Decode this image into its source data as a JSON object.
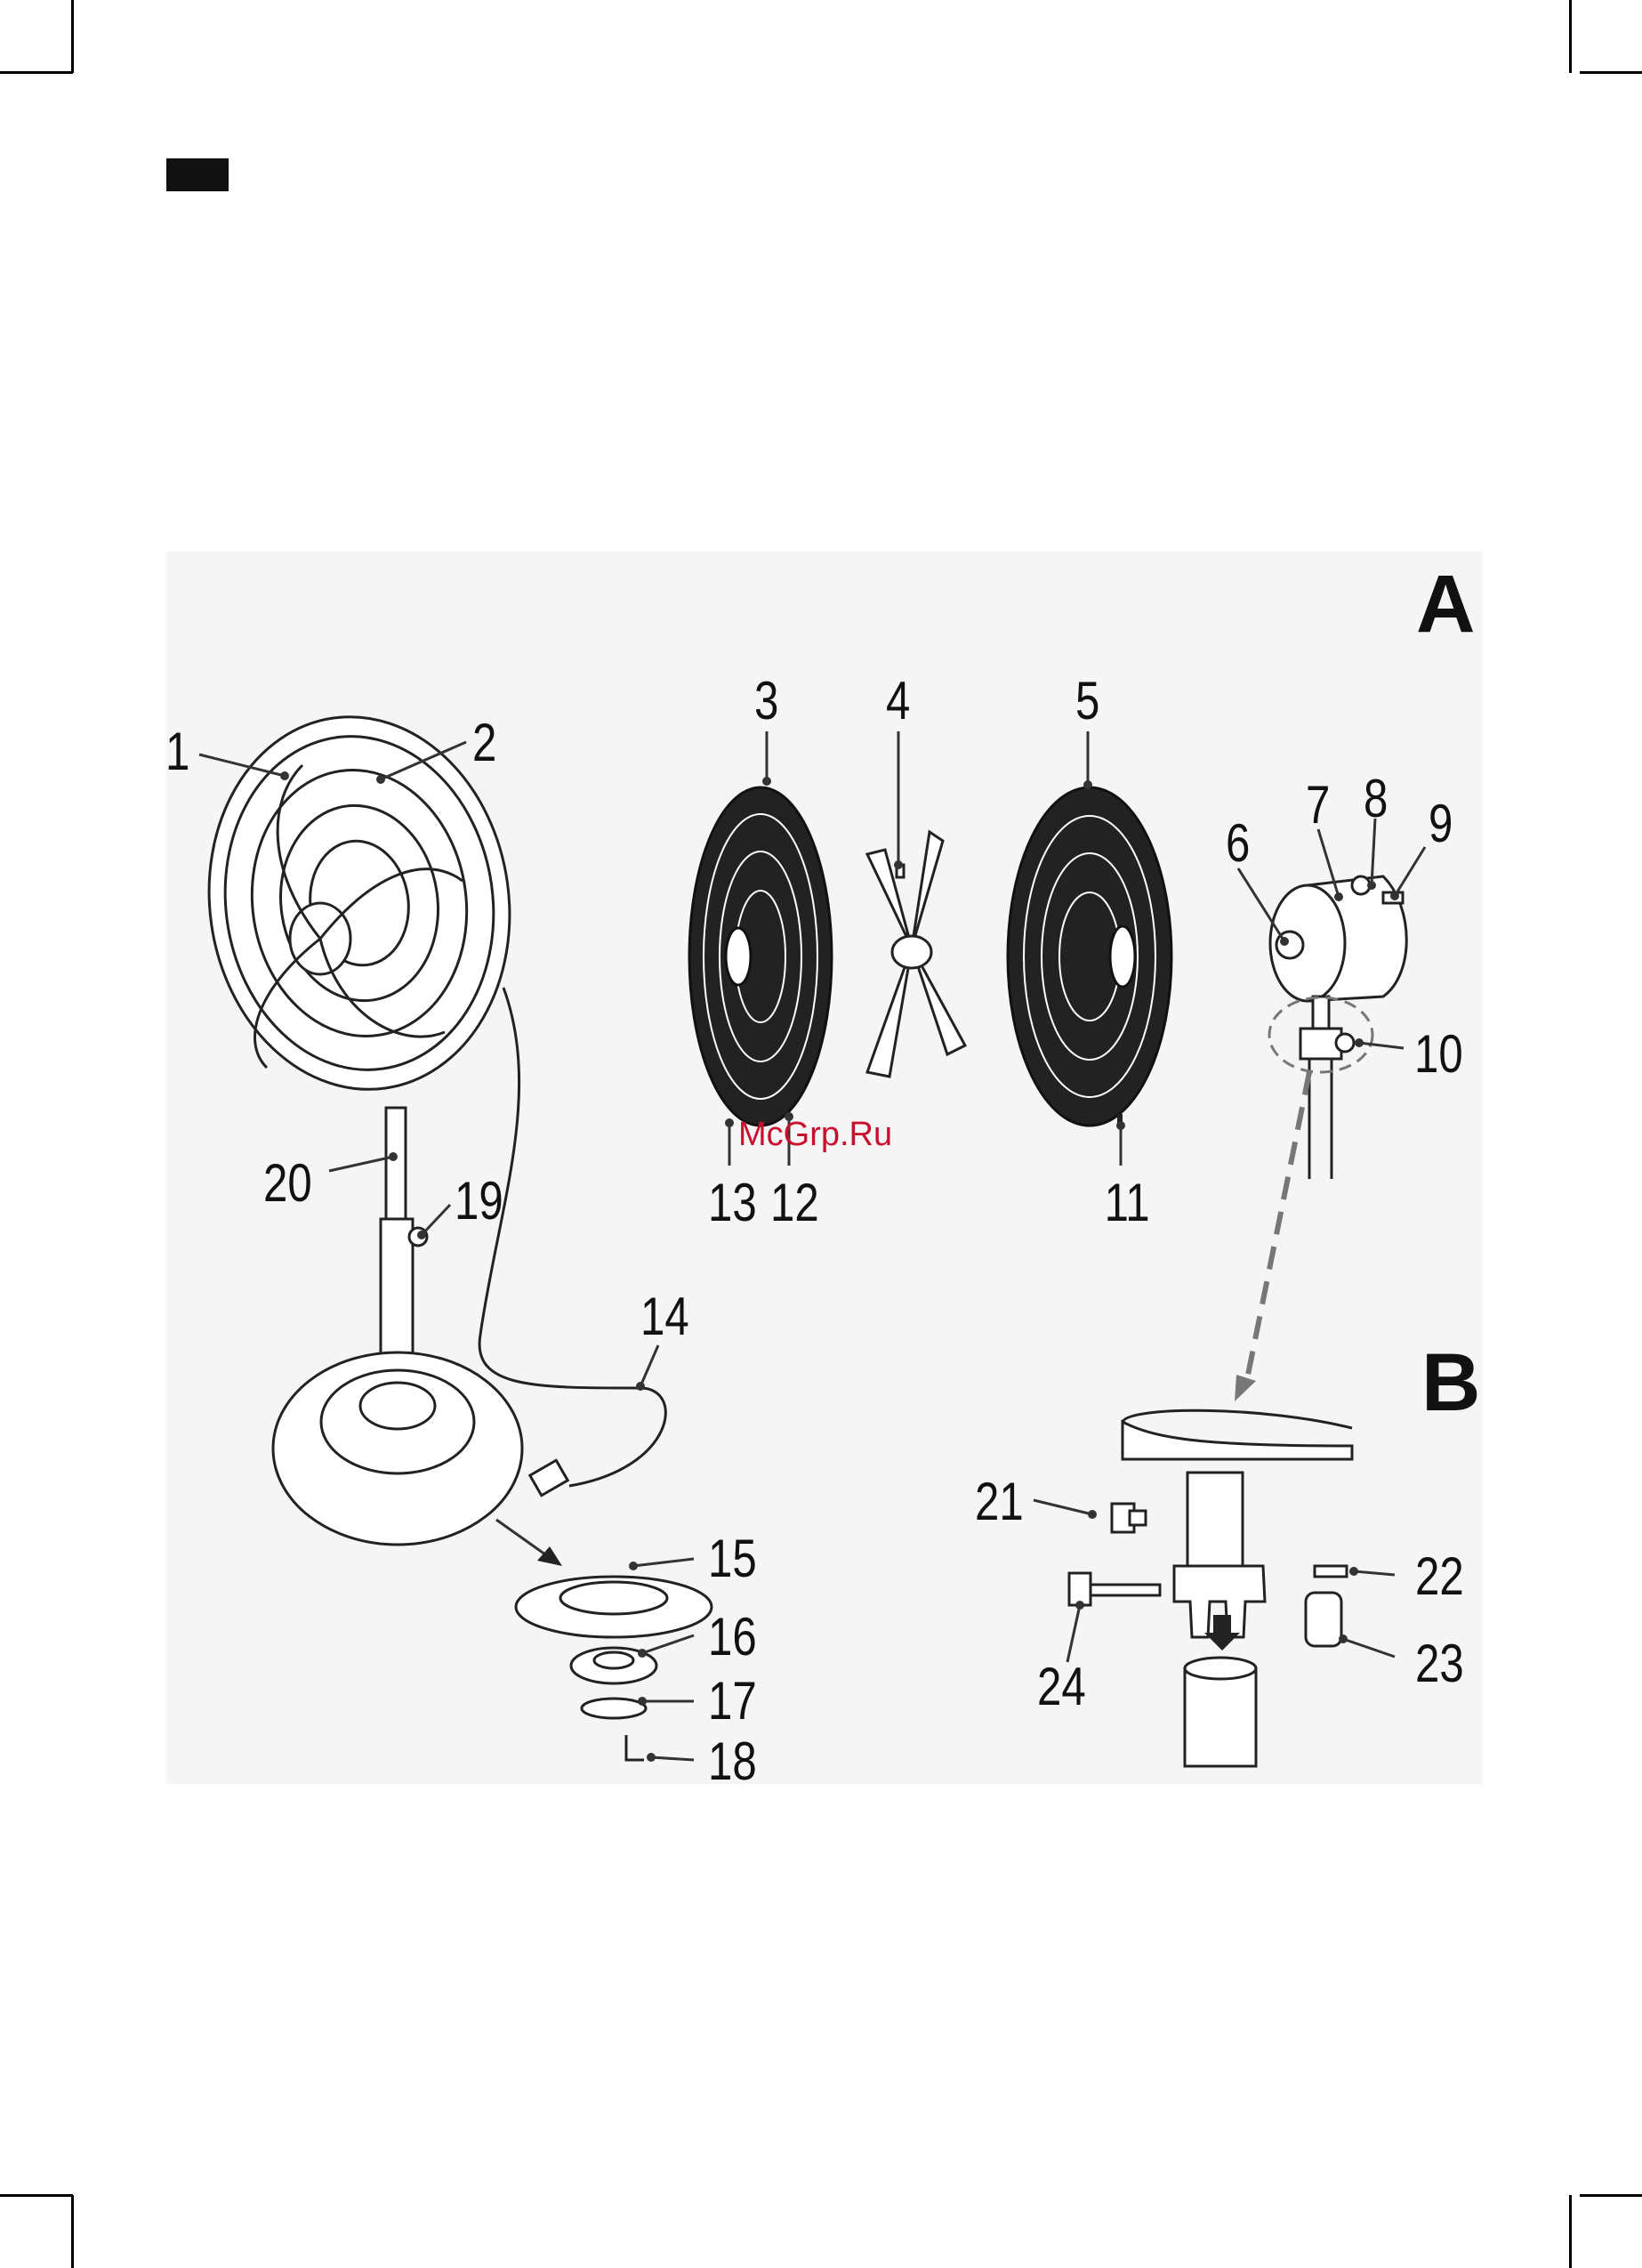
{
  "sections": {
    "a": "A",
    "b": "B"
  },
  "watermark": "McGrp.Ru",
  "callouts": {
    "c1": "1",
    "c2": "2",
    "c3": "3",
    "c4": "4",
    "c5": "5",
    "c6": "6",
    "c7": "7",
    "c8": "8",
    "c9": "9",
    "c10": "10",
    "c11": "11",
    "c12": "12",
    "c13": "13",
    "c14": "14",
    "c15": "15",
    "c16": "16",
    "c17": "17",
    "c18": "18",
    "c19": "19",
    "c20": "20",
    "c21": "21",
    "c22": "22",
    "c23": "23",
    "c24": "24"
  }
}
